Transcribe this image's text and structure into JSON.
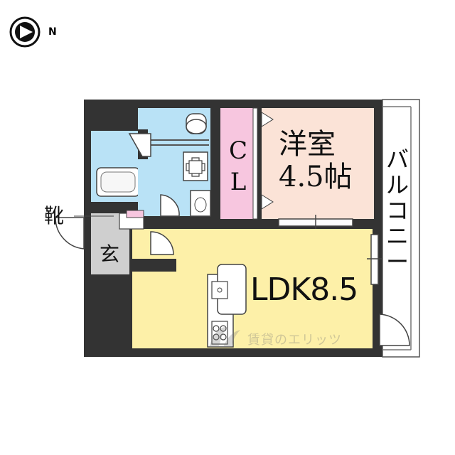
{
  "compass": {
    "direction": "N",
    "icon": "north-arrow-icon"
  },
  "rooms": {
    "western": {
      "name": "洋室",
      "size": "4.5帖"
    },
    "closet": {
      "letters": [
        "C",
        "L"
      ]
    },
    "ldk": {
      "label": "LDK8.5"
    },
    "balcony": {
      "chars": [
        "バ",
        "ル",
        "コ",
        "ニ",
        "ー"
      ]
    },
    "entrance": {
      "label": "玄"
    },
    "shoes": {
      "label": "靴"
    }
  },
  "watermark": {
    "text": "賃貸のエリッツ"
  },
  "colors": {
    "wall": "#333333",
    "ldk_floor": "#fdf0a8",
    "western_floor": "#fbe3d7",
    "closet_floor": "#f7c6df",
    "bath_floor": "#b9e2f6",
    "entrance_floor": "#cfcfcf",
    "balcony_floor": "#ffffff"
  }
}
